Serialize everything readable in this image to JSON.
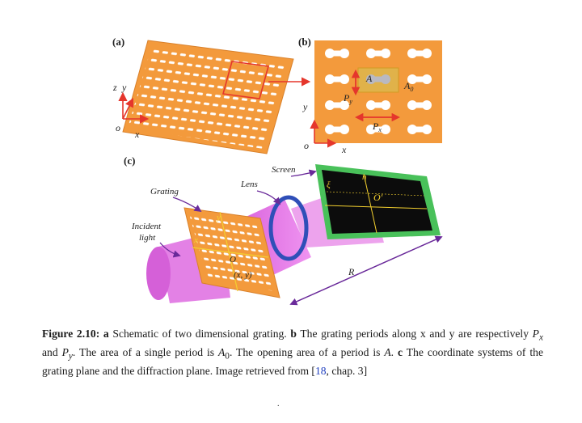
{
  "figure": {
    "panel_a": {
      "label": "(a)",
      "axis_z": "z",
      "axis_y": "y",
      "axis_x": "x",
      "origin": "o"
    },
    "panel_b": {
      "label": "(b)",
      "opening_label": "A",
      "period_area_label": "A",
      "period_area_sub": "0",
      "py_label": "P",
      "py_sub": "y",
      "px_label": "P",
      "px_sub": "x",
      "axis_y": "y",
      "axis_x": "x",
      "origin": "o"
    },
    "panel_c": {
      "label": "(c)",
      "grating_label": "Grating",
      "lens_label": "Lens",
      "screen_label": "Screen",
      "incident_label_1": "Incident",
      "incident_label_2": "light",
      "distance_label": "R",
      "screen_origin": "O'",
      "screen_axis_xi": "ξ",
      "screen_axis_eta": "η",
      "grating_axis_x": "x",
      "grating_axis_y": "y",
      "grating_origin": "O",
      "grating_point": "(x, y)"
    },
    "colors": {
      "grating_orange": "#f39a3c",
      "beam_magenta": "#e472e6",
      "lens_blue": "#2f4fb8",
      "screen_black": "#0c0c0c",
      "screen_green": "#49c15a",
      "arrow_red": "#e5362c",
      "axis_yellow": "#f3d02f"
    }
  },
  "caption": {
    "figure_number": "Figure 2.10:",
    "a_tag": "a",
    "a_text": " Schematic of two dimensional grating. ",
    "b_tag": "b",
    "b_text_1": " The grating periods along x and y are respectively ",
    "b_px": "P",
    "b_px_sub": "x",
    "b_and": " and ",
    "b_py": "P",
    "b_py_sub": "y",
    "b_text_2": ". The area of a single period is ",
    "b_a0": "A",
    "b_a0_sub": "0",
    "b_text_3": ". The opening area of a period is ",
    "b_a": "A",
    "b_text_4": ". ",
    "c_tag": "c",
    "c_text": " The coordinate systems of the grating plane and the diffraction plane. Image retrieved from [",
    "ref_number": "18",
    "ref_tail": ", chap. 3]"
  },
  "footer_mark": "."
}
